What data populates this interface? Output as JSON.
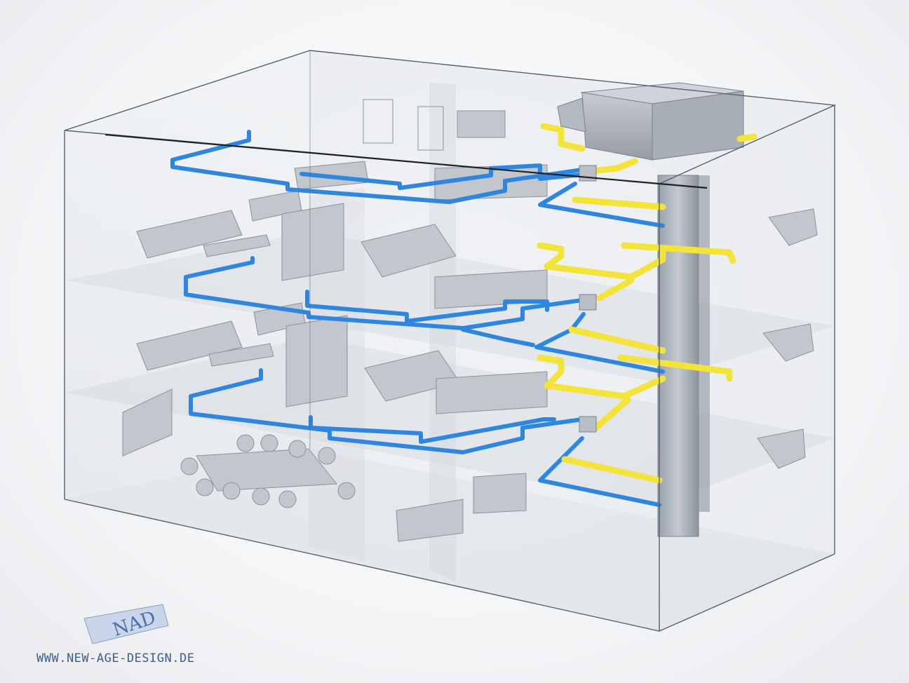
{
  "watermark": {
    "url_text": "WWW.NEW-AGE-DESIGN.DE",
    "logo_letters": "NAD"
  },
  "colors": {
    "supply_duct": "#2f86df",
    "extract_duct": "#f3e33a",
    "building_edge": "#556270",
    "glass_fill": "#e8ecf1",
    "furniture": "#b9bec6",
    "riser": "#aeb4bd"
  },
  "diagram": {
    "subject": "cutaway building with ventilation ductwork",
    "floors": 3
  }
}
